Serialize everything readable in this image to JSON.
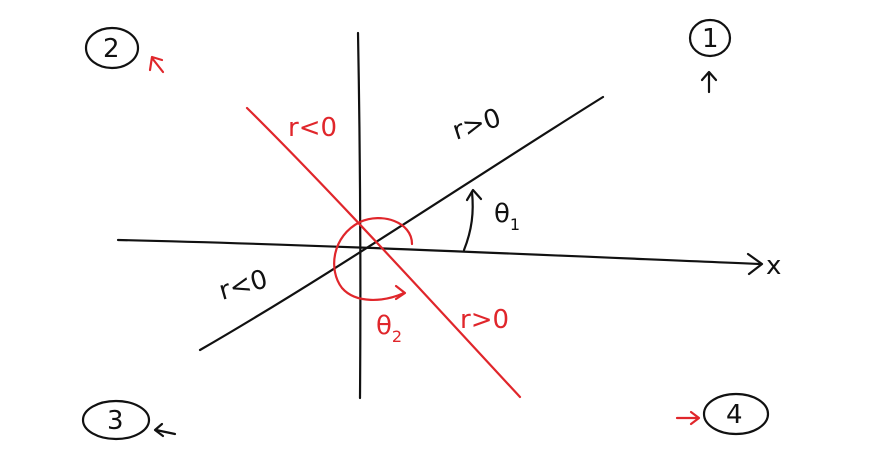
{
  "colors": {
    "ink": "#111111",
    "accent": "#e0262b",
    "background": "#ffffff"
  },
  "axes": {
    "x_label": "x"
  },
  "quadrants": [
    {
      "id": "q1",
      "label": "1",
      "direction_arrow": "up"
    },
    {
      "id": "q2",
      "label": "2",
      "direction_arrow": "up-left"
    },
    {
      "id": "q3",
      "label": "3",
      "direction_arrow": "left"
    },
    {
      "id": "q4",
      "label": "4",
      "direction_arrow": "right"
    }
  ],
  "line1": {
    "pos_label": "r>0",
    "neg_label": "r<0",
    "color": "#111111"
  },
  "line2": {
    "pos_label": "r>0",
    "neg_label": "r<0",
    "color": "#e0262b"
  },
  "angles": {
    "theta1": "θ",
    "theta1_sub": "1",
    "theta2": "θ",
    "theta2_sub": "2"
  }
}
